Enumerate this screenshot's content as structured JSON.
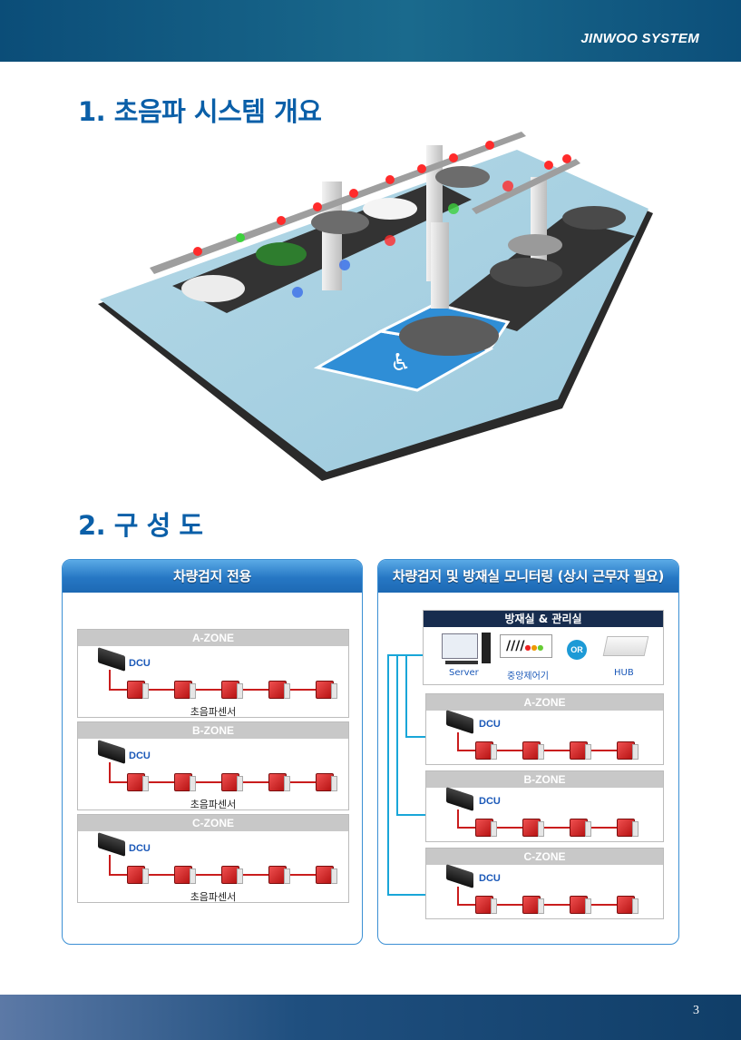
{
  "header": {
    "brand": "JINWOO SYSTEM"
  },
  "sections": {
    "overview_title": "1. 초음파 시스템 개요",
    "composition_title": "2. 구 성 도"
  },
  "left_panel": {
    "title": "차량검지  전용",
    "zones": [
      {
        "name": "A-ZONE",
        "dcu": "DCU",
        "caption": "초음파센서"
      },
      {
        "name": "B-ZONE",
        "dcu": "DCU",
        "caption": "초음파센서"
      },
      {
        "name": "C-ZONE",
        "dcu": "DCU",
        "caption": "초음파센서"
      }
    ]
  },
  "right_panel": {
    "title": "차량검지 및 방재실 모니터링 (상시 근무자 필요)",
    "control_room": {
      "title": "방재실 & 관리실",
      "server": "Server",
      "controller": "중앙제어기",
      "or": "OR",
      "hub": "HUB"
    },
    "zones": [
      {
        "name": "A-ZONE",
        "dcu": "DCU"
      },
      {
        "name": "B-ZONE",
        "dcu": "DCU"
      },
      {
        "name": "C-ZONE",
        "dcu": "DCU"
      }
    ]
  },
  "footer": {
    "page": "3"
  },
  "colors": {
    "primary": "#0a5fa8",
    "header": "#0b4d78",
    "sensor": "#c91d1d",
    "link": "#19a6d8"
  }
}
